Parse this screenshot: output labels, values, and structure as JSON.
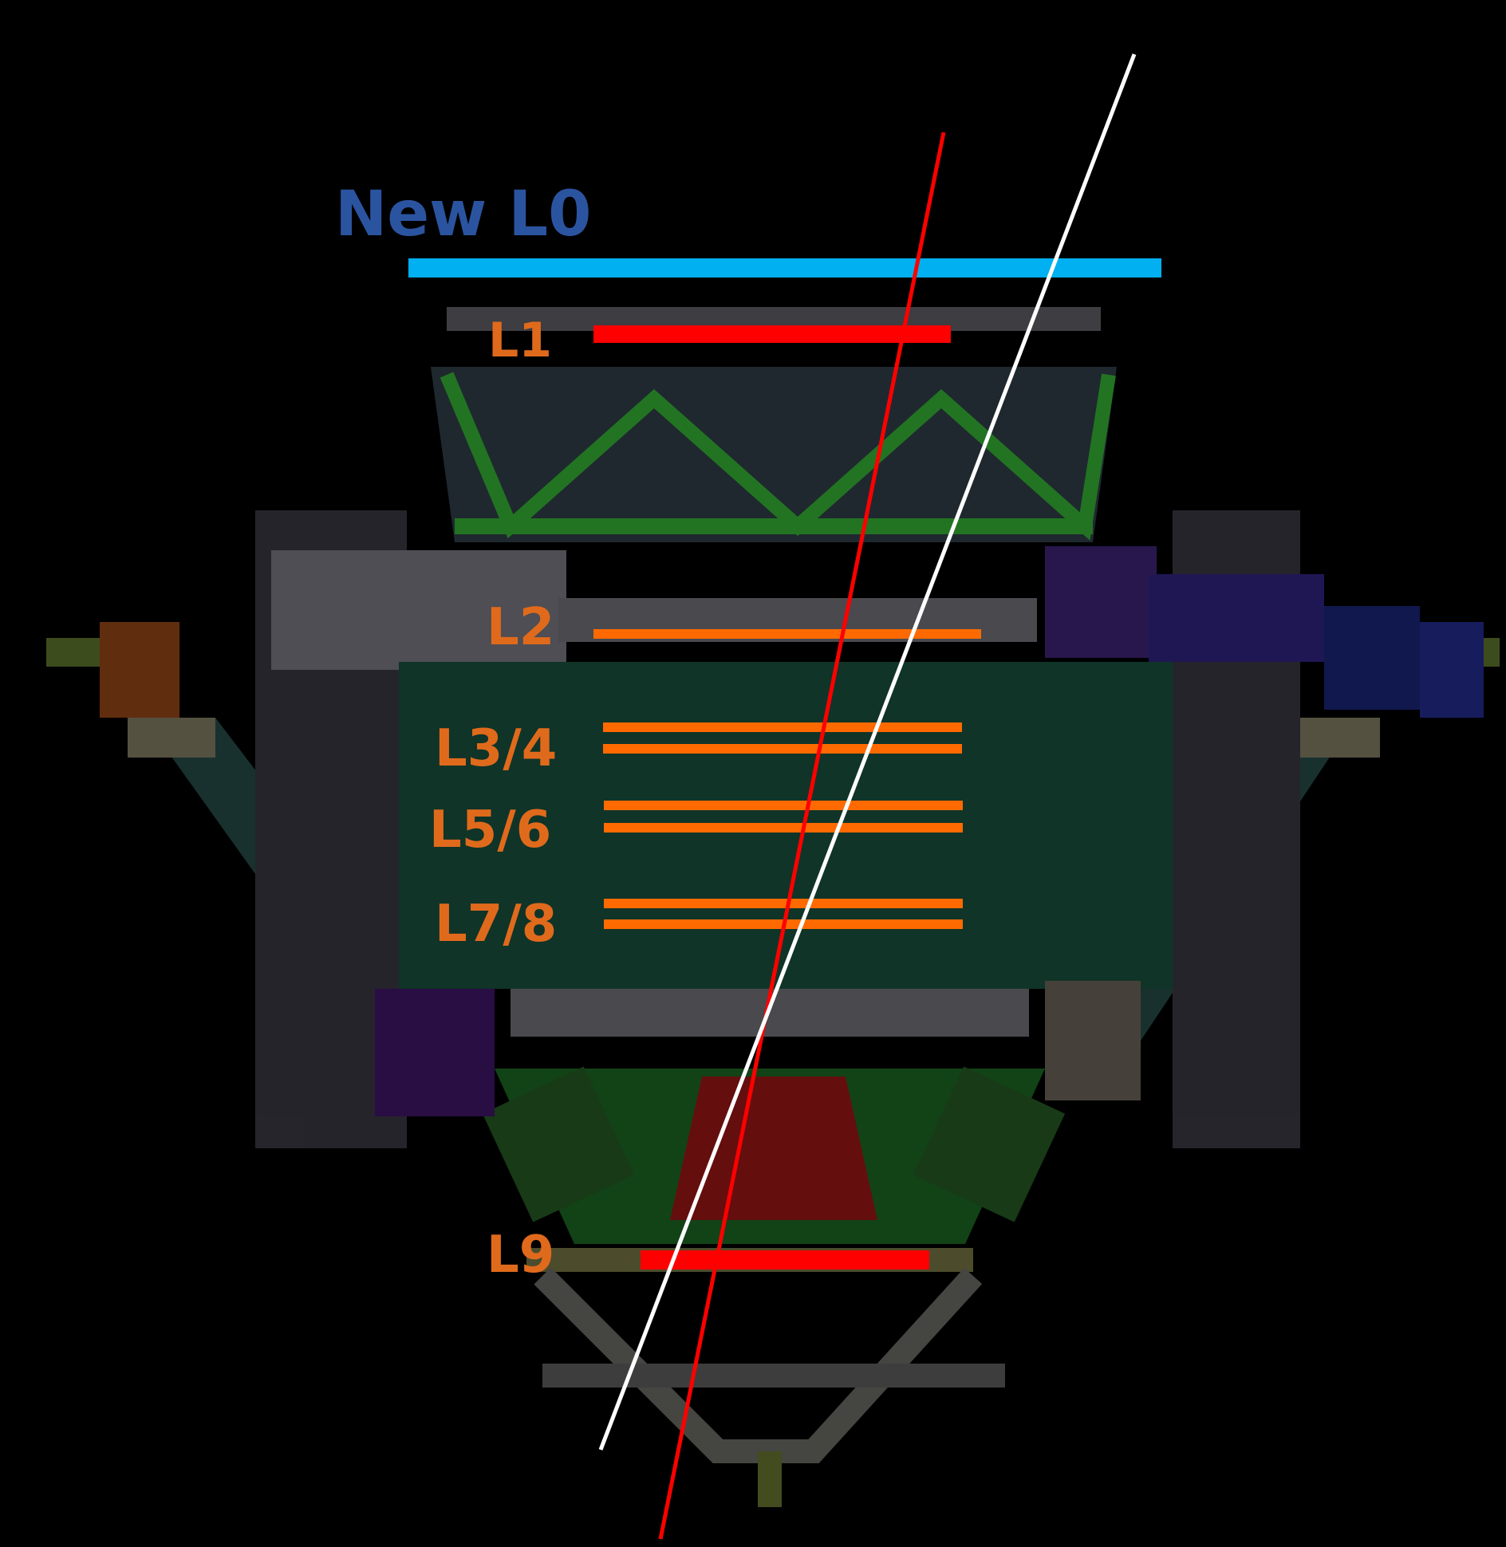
{
  "labels": {
    "new_l0": "New L0",
    "l1": "L1",
    "l2": "L2",
    "l3_4": "L3/4",
    "l5_6": "L5/6",
    "l7_8": "L7/8",
    "l9": "L9"
  },
  "colors": {
    "background": "#000000",
    "new_layer": "#00b0f0",
    "new_layer_label": "#2b54a0",
    "layer_label": "#e06a1c",
    "orange_layer": "#ff6a00",
    "red_layer": "#ff0000",
    "track_red": "#ff0000",
    "track_white": "#ffffff"
  }
}
